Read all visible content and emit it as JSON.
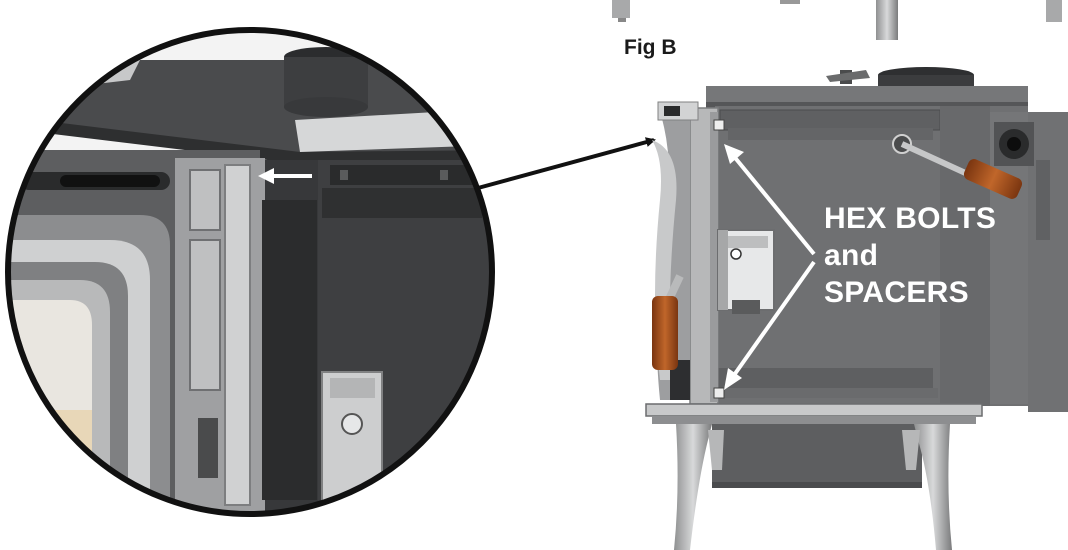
{
  "figure": {
    "label": "Fig B"
  },
  "callout": {
    "line1": "HEX BOLTS",
    "line2": "and",
    "line3": "SPACERS"
  },
  "icons": [
    "magnifier-callout-icon",
    "arrow-icon",
    "stove-icon"
  ],
  "colors": {
    "stove_dark": "#3a3b3d",
    "stove_mid": "#6b6c6e",
    "stove_light": "#b9babb",
    "handle_wood": "#a0521f",
    "callout_text": "#ffffff",
    "arrow": "#ffffff",
    "pointer_arrow": "#111111"
  }
}
